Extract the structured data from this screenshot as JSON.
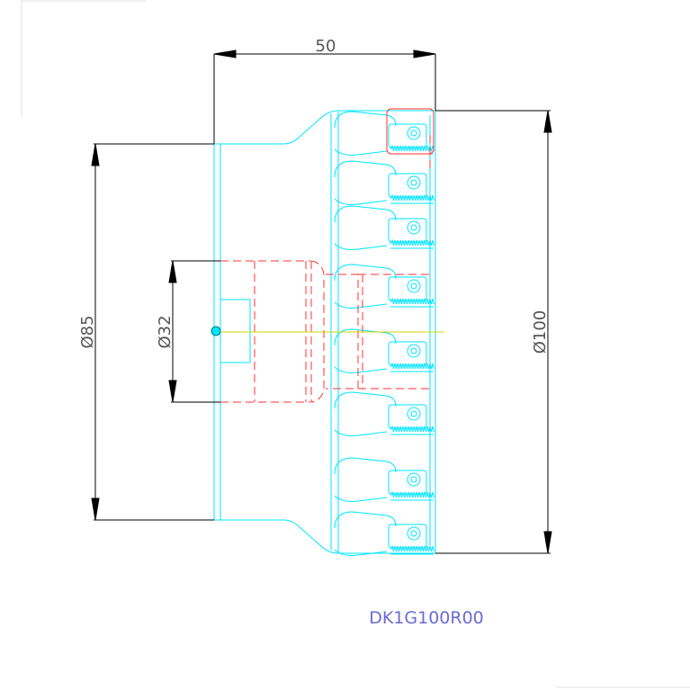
{
  "drawing": {
    "part_code": "DK1G100R00",
    "dimensions": {
      "length": "50",
      "diameter_85": "Ø85",
      "diameter_32": "Ø32",
      "diameter_100": "Ø100"
    }
  },
  "colors": {
    "part_outline": "#00e5ff",
    "hidden_lines": "#ff3333",
    "dimension_lines": "#000000",
    "center_line": "#d4d400",
    "part_code_text": "#6b6bd6"
  }
}
